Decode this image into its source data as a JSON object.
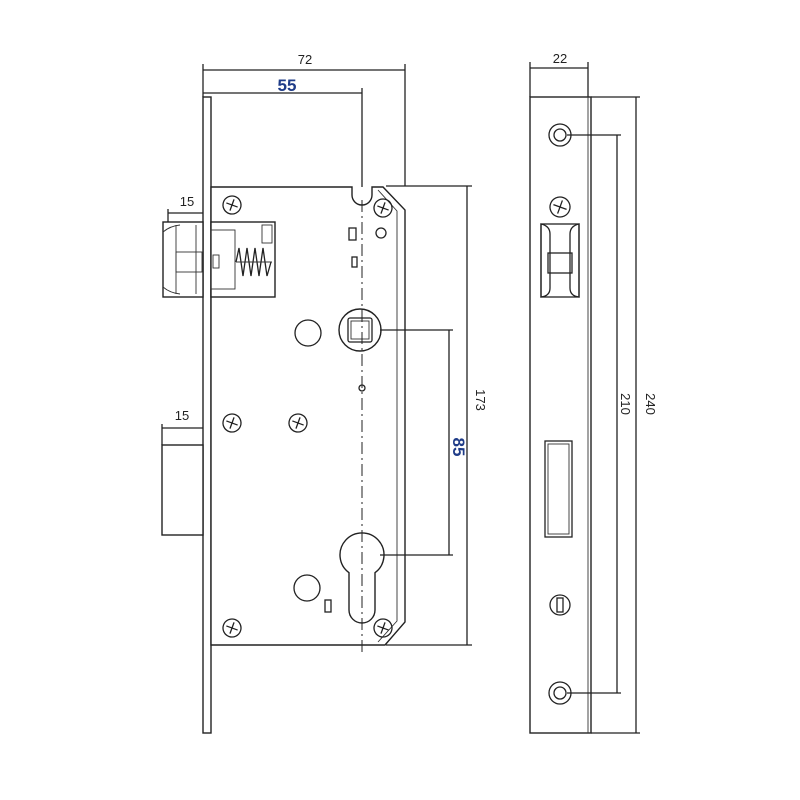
{
  "dimensions": {
    "overall_width": "72",
    "backset": "55",
    "latch_projection": "15",
    "deadbolt_projection": "15",
    "case_height": "173",
    "center_distance": "85",
    "faceplate_width": "22",
    "faceplate_height": "240",
    "screw_spacing": "210"
  },
  "colors": {
    "line": "#222222",
    "accent": "#1f3c88"
  }
}
